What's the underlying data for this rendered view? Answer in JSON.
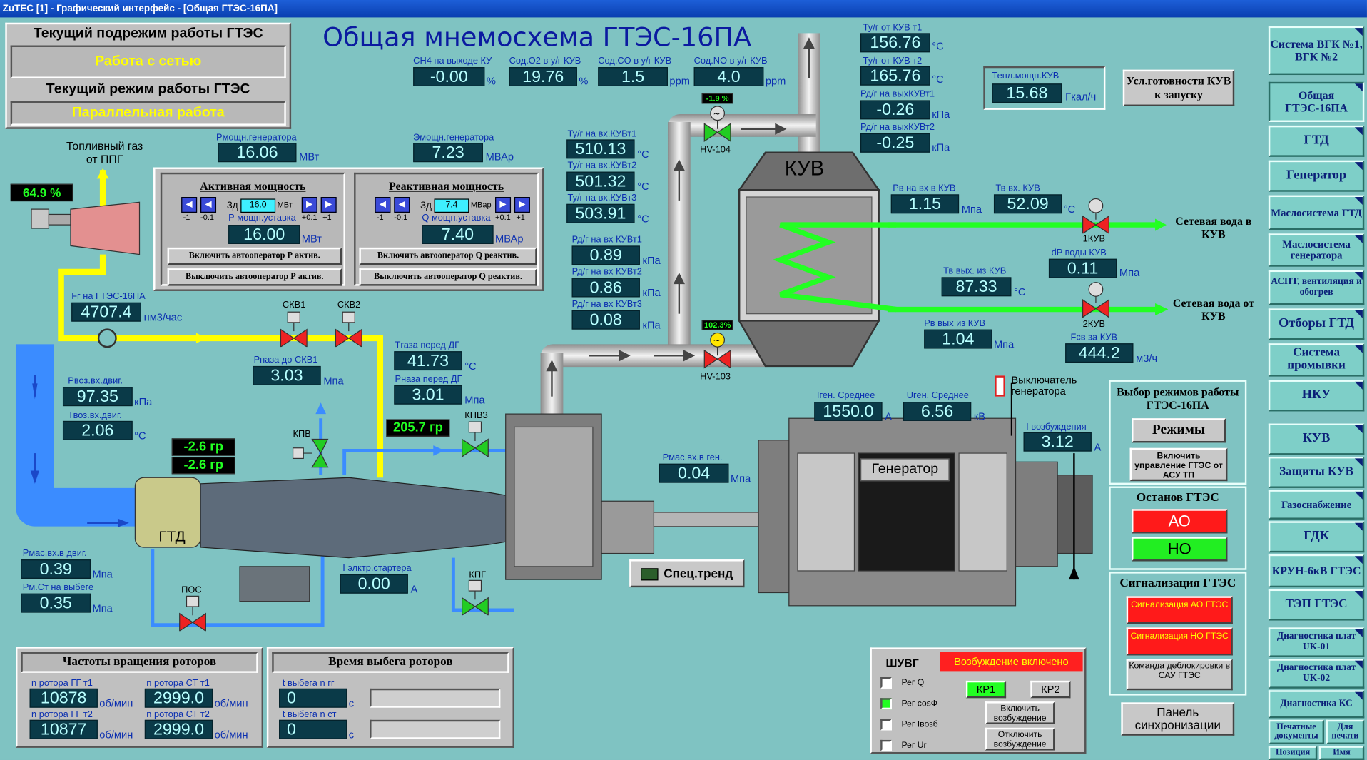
{
  "window": {
    "title": "ZuTEC [1] - Графический интерфейс - [Общая ГТЭС-16ПА]"
  },
  "mode": {
    "submode_label": "Текущий подрежим работы ГТЭС",
    "submode_value": "Работа с сетью",
    "mode_label": "Текущий режим работы ГТЭС",
    "mode_value": "Параллельная работа"
  },
  "main_title": "Общая мнемосхема ГТЭС-16ПА",
  "top_params": [
    {
      "label": "CH4 на выходе КУ",
      "value": "-0.00",
      "unit": "%"
    },
    {
      "label": "Сод.O2 в у/г КУВ",
      "value": "19.76",
      "unit": "%"
    },
    {
      "label": "Сод.CO в у/г КУВ",
      "value": "1.5",
      "unit": "ppm"
    },
    {
      "label": "Сод.NO в у/г КУВ",
      "value": "4.0",
      "unit": "ppm"
    }
  ],
  "kuv_exhaust": [
    {
      "label": "Ту/г от КУВ т1",
      "value": "156.76",
      "unit": "°C"
    },
    {
      "label": "Ту/г от КУВ т2",
      "value": "165.76",
      "unit": "°C"
    },
    {
      "label": "Рд/г на выхКУВт1",
      "value": "-0.26",
      "unit": "кПа"
    },
    {
      "label": "Рд/г на выхКУВт2",
      "value": "-0.25",
      "unit": "кПа"
    }
  ],
  "heat_power": {
    "label": "Тепл.мощн.КУВ",
    "value": "15.68",
    "unit": "Гкал/ч"
  },
  "kuv_ready_button": "Усл.готовности КУВ к запуску",
  "fuel": {
    "label": "Топливный газ от ППГ",
    "valve_percent": "64.9 %"
  },
  "generator_power": {
    "label": "Рмощн.генератора",
    "value": "16.06",
    "unit": "МВт"
  },
  "reactive_power": {
    "label": "Эмощн.генератора",
    "value": "7.23",
    "unit": "МВАр"
  },
  "active_panel": {
    "title": "Активная мощность",
    "zd": "Зд",
    "zd_value": "16.0",
    "zd_unit": "МВт",
    "steps": [
      "-1",
      "-0.1",
      "+0.1",
      "+1"
    ],
    "setpoint_label": "Р мощн.уставка",
    "setpoint": "16.00",
    "setpoint_unit": "МВт",
    "btn_on": "Включить автооператор Р актив.",
    "btn_off": "Выключить автооператор Р актив."
  },
  "reactive_panel": {
    "title": "Реактивная мощность",
    "zd": "Зд",
    "zd_value": "7.4",
    "zd_unit": "МВар",
    "steps": [
      "-1",
      "-0.1",
      "+0.1",
      "+1"
    ],
    "setpoint_label": "Q мощн.уставка",
    "setpoint": "7.40",
    "setpoint_unit": "МВАр",
    "btn_on": "Включить автооператор Q реактив.",
    "btn_off": "Выключить автооператор Q реактив."
  },
  "kuv_inlet": [
    {
      "label": "Ту/г на вх.КУВт1",
      "value": "510.13",
      "unit": "°C"
    },
    {
      "label": "Ту/г на вх.КУВт2",
      "value": "501.32",
      "unit": "°C"
    },
    {
      "label": "Ту/г на вх.КУВт3",
      "value": "503.91",
      "unit": "°C"
    },
    {
      "label": "Рд/г на вх КУВт1",
      "value": "0.89",
      "unit": "кПа"
    },
    {
      "label": "Рд/г на вх КУВт2",
      "value": "0.86",
      "unit": "кПа"
    },
    {
      "label": "Рд/г на вх КУВт3",
      "value": "0.08",
      "unit": "кПа"
    }
  ],
  "hv104": {
    "name": "HV-104",
    "percent": "-1.9 %"
  },
  "hv103": {
    "name": "HV-103",
    "percent": "102.3%"
  },
  "kuv": {
    "name": "КУВ"
  },
  "water_in": [
    {
      "label": "Рв на вх в КУВ",
      "value": "1.15",
      "unit": "Мпа"
    },
    {
      "label": "Тв вх. КУВ",
      "value": "52.09",
      "unit": "°C"
    }
  ],
  "water_1kuv": "1КУВ",
  "water_2kuv": "2КУВ",
  "net_water_in": "Сетевая вода в КУВ",
  "net_water_out": "Сетевая вода от КУВ",
  "water_out": [
    {
      "label": "Тв вых. из КУВ",
      "value": "87.33",
      "unit": "°C"
    },
    {
      "label": "dP воды КУВ",
      "value": "0.11",
      "unit": "Мпа"
    },
    {
      "label": "Рв вых из КУВ",
      "value": "1.04",
      "unit": "Мпа"
    },
    {
      "label": "Fсв за КУВ",
      "value": "444.2",
      "unit": "м3/ч"
    }
  ],
  "gas_flow": {
    "label": "Fг на ГТЭС-16ПА",
    "value": "4707.4",
    "unit": "нм3/час"
  },
  "valves": {
    "skv1": "СКВ1",
    "skv2": "СКВ2",
    "kpv": "КПВ",
    "kpvz": "КПВЗ",
    "kpg": "КПГ",
    "pos": "ПОС"
  },
  "gas_params": [
    {
      "label": "Рназа до СКВ1",
      "value": "3.03",
      "unit": "Мпа"
    },
    {
      "label": "Тгаза перед ДГ",
      "value": "41.73",
      "unit": "°C"
    },
    {
      "label": "Рназа перед ДГ",
      "value": "3.01",
      "unit": "Мпа"
    }
  ],
  "engine_in": [
    {
      "label": "Рвоз.вх.двиг.",
      "value": "97.35",
      "unit": "кПа"
    },
    {
      "label": "Твоз.вх.двиг.",
      "value": "2.06",
      "unit": "°C"
    }
  ],
  "angles": [
    "-2.6 гр",
    "-2.6 гр"
  ],
  "dg_angle": "205.7 гр",
  "gtd_label": "ГТД",
  "oil": [
    {
      "label": "Рмас.вх.в двиг.",
      "value": "0.39",
      "unit": "Мпа"
    },
    {
      "label": "Рм.Ст на выбеге",
      "value": "0.35",
      "unit": "Мпа"
    }
  ],
  "starter": {
    "label": "I элктр.стартера",
    "value": "0.00",
    "unit": "А"
  },
  "gen_oil": {
    "label": "Рмас.вх.в ген.",
    "value": "0.04",
    "unit": "Мпа"
  },
  "spec_trend": "Спец.тренд",
  "generator": {
    "name": "Генератор",
    "current_label": "Iген. Среднее",
    "current": "1550.0",
    "current_unit": "А",
    "voltage_label": "Uген. Среднее",
    "voltage": "6.56",
    "voltage_unit": "кВ",
    "breaker": "Выключатель генератора",
    "excitation_label": "I возбуждения",
    "excitation": "3.12",
    "excitation_unit": "А"
  },
  "rotor_speeds": {
    "title": "Частоты вращения роторов",
    "items": [
      {
        "label": "n ротора ГГ т1",
        "value": "10878",
        "unit": "об/мин"
      },
      {
        "label": "n ротора СТ т1",
        "value": "2999.0",
        "unit": "об/мин"
      },
      {
        "label": "n ротора ГГ т2",
        "value": "10877",
        "unit": "об/мин"
      },
      {
        "label": "n ротора СТ т2",
        "value": "2999.0",
        "unit": "об/мин"
      }
    ]
  },
  "rundown": {
    "title": "Время выбега роторов",
    "items": [
      {
        "label": "t выбега n гг",
        "value": "0",
        "unit": "с"
      },
      {
        "label": "t выбега n ст",
        "value": "0",
        "unit": "с"
      }
    ]
  },
  "shuvg": {
    "title": "ШУВГ",
    "status": "Возбуждение включено",
    "options": [
      "Рег Q",
      "Рег cosФ",
      "Рег Iвозб",
      "Рег Ur"
    ],
    "kr1": "КР1",
    "kr2": "КР2",
    "btn_on": "Включить возбуждение",
    "btn_off": "Отключить возбуждение"
  },
  "mode_select": {
    "title": "Выбор режимов работы ГТЭС-16ПА",
    "modes_btn": "Режимы",
    "asu_btn": "Включить управление ГТЭС от АСУ ТП"
  },
  "stop": {
    "title": "Останов ГТЭС",
    "ao": "АО",
    "no": "НО"
  },
  "alarm": {
    "title": "Сигнализация ГТЭС",
    "ao": "Сигнализация АО ГТЭС",
    "no": "Сигнализация НО ГТЭС",
    "unlock": "Команда деблокировки в САУ ГТЭС"
  },
  "sync_panel": "Панель синхронизации",
  "nav": [
    "Система ВГК №1, ВГК №2",
    "Общая ГТЭС-16ПА",
    "ГТД",
    "Генератор",
    "Маслосистема ГТД",
    "Маслосистема генератора",
    "АСПТ, вентиляция и обогрев",
    "Отборы ГТД",
    "Система промывки",
    "НКУ",
    "КУВ",
    "Защиты КУВ",
    "Газоснабжение",
    "ГДК",
    "КРУН-6кВ ГТЭС",
    "ТЭП ГТЭС",
    "Диагностика плат UK-01",
    "Диагностика плат UK-02",
    "Диагностика КС"
  ],
  "nav_bottom": [
    "Печатные документы",
    "Для печати",
    "Позиция",
    "Имя"
  ],
  "colors": {
    "background": "#7fc3c2",
    "value_bg": "#0a3a48",
    "value_fg": "#b8ffff",
    "gas_pipe": "#ffff00",
    "water_pipe": "#22ff22",
    "air_pipe": "#3b8cff"
  }
}
